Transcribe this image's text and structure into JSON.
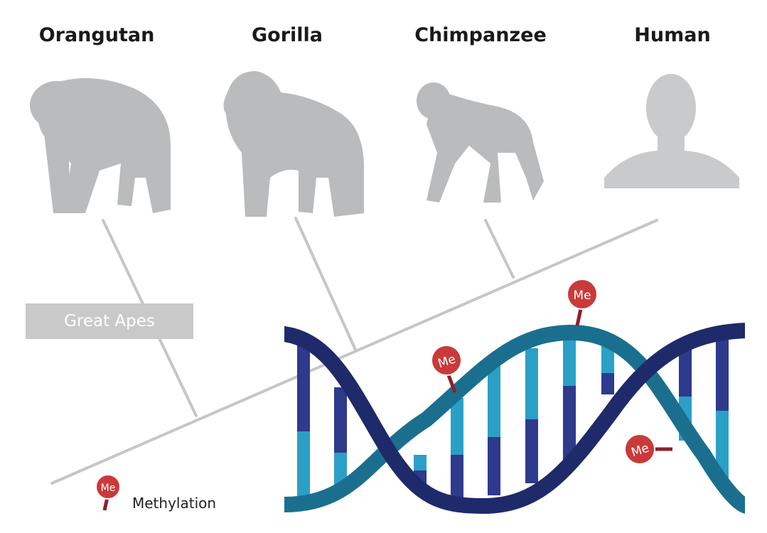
{
  "species": {
    "orangutan": "Orangutan",
    "gorilla": "Gorilla",
    "chimpanzee": "Chimpanzee",
    "human": "Human"
  },
  "clade_label": "Great Apes",
  "methyl_tag": "Me",
  "legend": {
    "label": "Methylation"
  },
  "colors": {
    "silhouette": "#b9bbbd",
    "tree": "#c6c6c6",
    "strand_dark": "#1f2a6b",
    "strand_teal": "#1a6f8f",
    "base_light": "#2ba0c6",
    "base_dark": "#2e3a8c",
    "methyl": "#c93a3a",
    "methyl_stem": "#8f1f28"
  }
}
